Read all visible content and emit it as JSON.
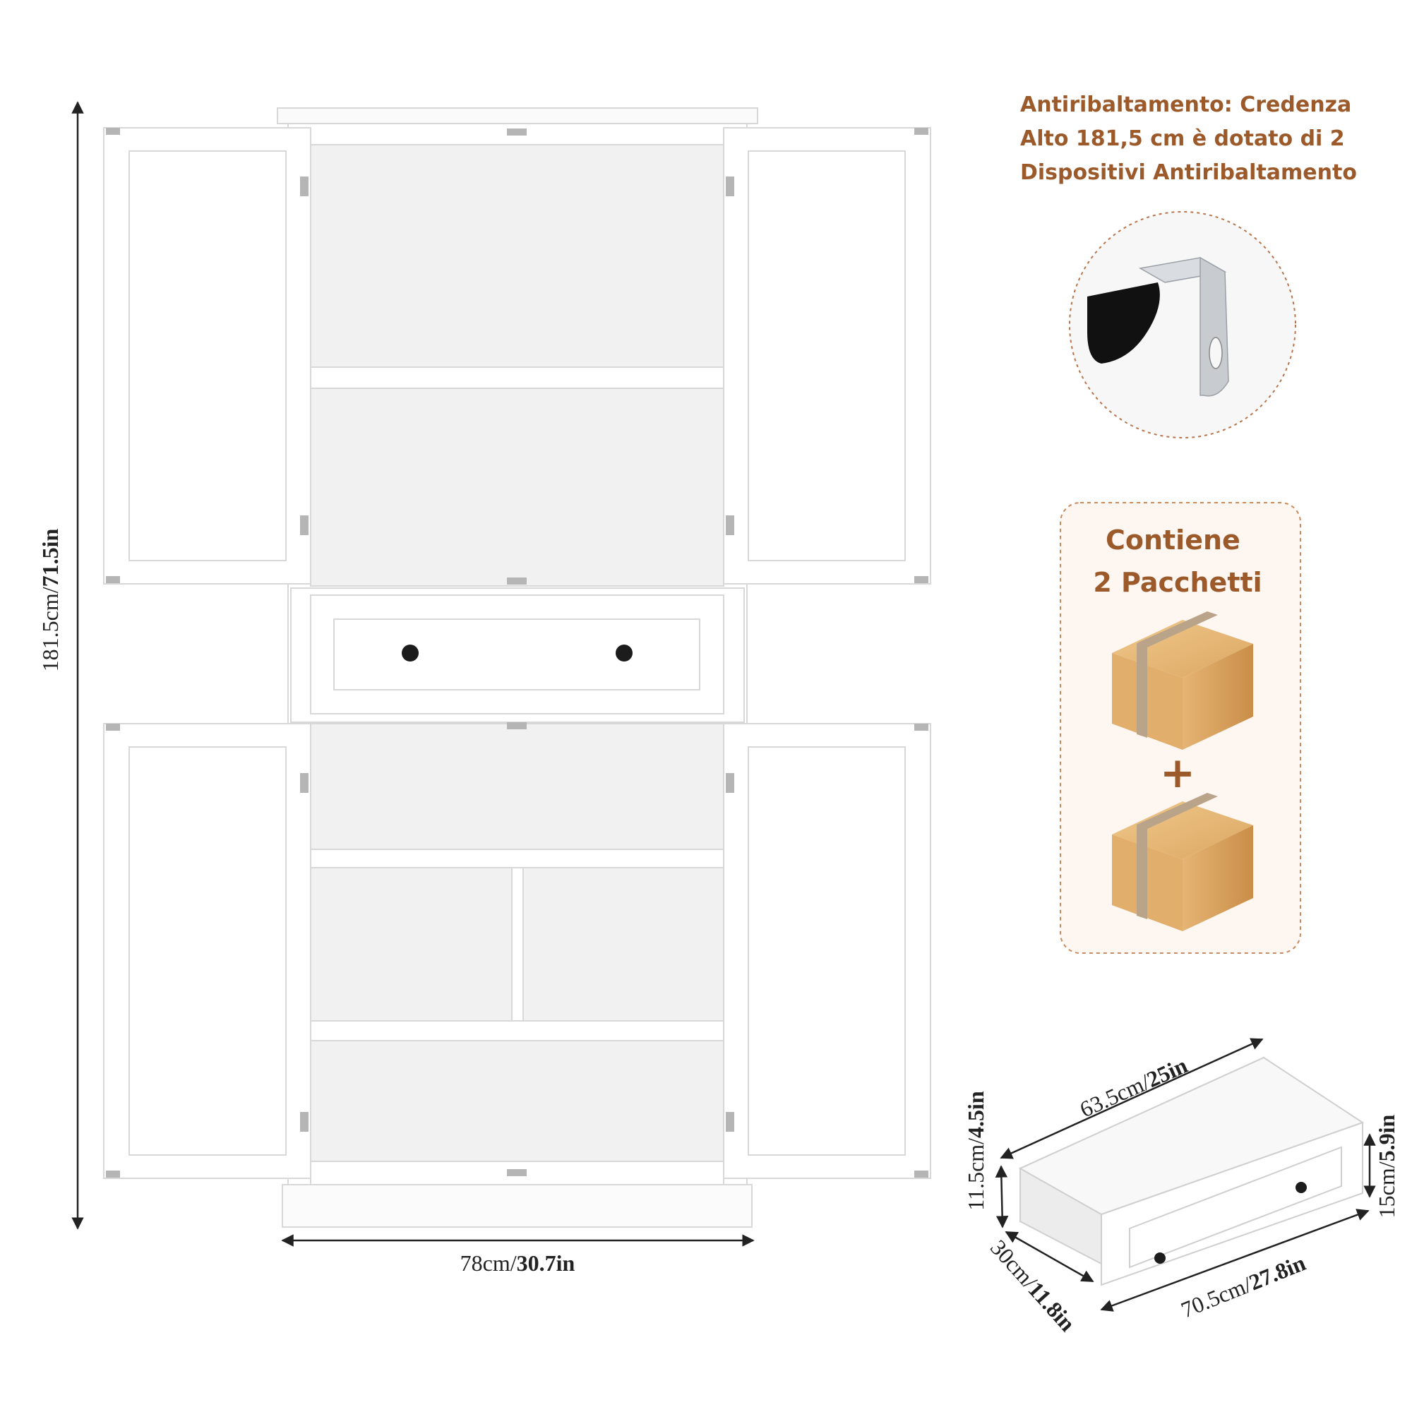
{
  "dimensions": {
    "height": {
      "cm": "181.5cm/",
      "in": "71.5in"
    },
    "width": {
      "cm": "78cm/",
      "in": "30.7in"
    }
  },
  "drawer_dimensions": {
    "inner_width": {
      "cm": "63.5cm/",
      "in": "25in"
    },
    "inner_height": {
      "cm": "11.5cm/",
      "in": "4.5in"
    },
    "front_height": {
      "cm": "15cm/",
      "in": "5.9in"
    },
    "depth": {
      "cm": "30cm/",
      "in": "11.8in"
    },
    "outer_width": {
      "cm": "70.5cm/",
      "in": "27.8in"
    }
  },
  "anti_tip": {
    "lines": [
      "Antiribaltamento: Credenza",
      "Alto 181,5 cm è dotato di 2",
      "Dispositivi Antiribaltamento"
    ]
  },
  "package": {
    "lines": [
      "Contiene",
      "2 Pacchetti"
    ],
    "plus": "+"
  },
  "colors": {
    "accent": "#9c5a2b",
    "cabinet": "#ffffff",
    "box": "#d9a35f"
  }
}
